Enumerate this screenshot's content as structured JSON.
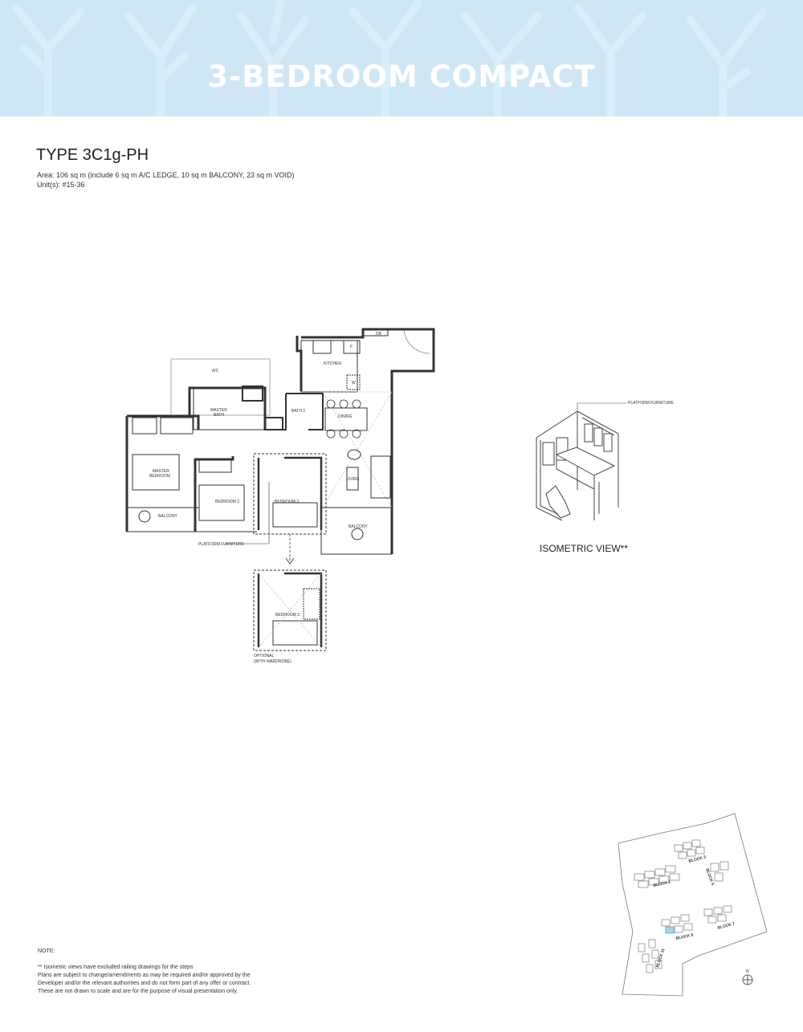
{
  "header": {
    "title": "3-BEDROOM COMPACT",
    "background_color": "#cfe7f5",
    "title_color": "#ffffff"
  },
  "unit": {
    "type": "TYPE 3C1g-PH",
    "area": "Area: 106 sq m (include 6 sq m A/C LEDGE, 10 sq m BALCONY, 23 sq m VOID)",
    "units": "Unit(s): #15-36"
  },
  "floor_plan": {
    "labels": {
      "ac": "A/C",
      "db": "DB",
      "kitchen": "KITCHEN",
      "fridge": "F",
      "washer": "W",
      "master_bath": [
        "MASTER",
        "BATH"
      ],
      "bath2": "BATH 2",
      "dining": "DINING",
      "master_bedroom": [
        "MASTER",
        "BEDROOM"
      ],
      "bedroom2": "BEDROOM 2",
      "bedroom3": "BEDROOM 3",
      "living": "LIVING",
      "balcony_left": "BALCONY",
      "balcony_right": "BALCONY",
      "platform_furniture": "PLATFORM FURNITURE"
    }
  },
  "optional_plan": {
    "bedroom3": "BEDROOM 3",
    "caption_line1": "OPTIONAL",
    "caption_line2": "(WITH WARDROBE)"
  },
  "isometric": {
    "callout": "PLATFORM FURNITURE",
    "title": "ISOMETRIC VIEW**"
  },
  "site_plan": {
    "blocks": [
      "BLOCK 1",
      "BLOCK 3",
      "BLOCK 5",
      "BLOCK 7",
      "BLOCK 9",
      "BLOCK 11"
    ],
    "highlight_color": "#a9d2ee",
    "north_label": "N"
  },
  "notes": {
    "heading": "NOTE:",
    "lines": [
      "** Isometric views have excluded railing drawings for the steps",
      "Plans are subject to change/amendments as may be required and/or approved by the",
      "Developer and/or the relevant authorities and do not form part of any offer or contract.",
      "These are not drawn to scale and are for the purpose of visual presentation only."
    ]
  }
}
